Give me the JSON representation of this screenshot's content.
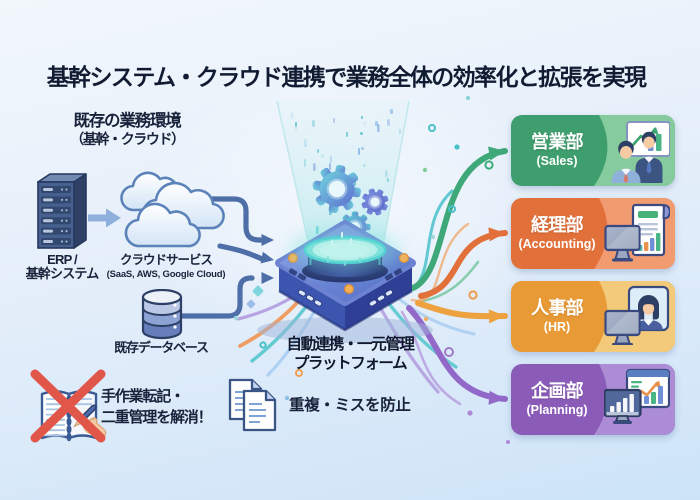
{
  "title": "基幹システム・クラウド連携で業務全体の効率化と拡張を実現",
  "left_panel": {
    "heading": "既存の業務環境",
    "subheading": "（基幹・クラウド）",
    "erp": {
      "label_line1": "ERP /",
      "label_line2": "基幹システム",
      "icon": "server-icon"
    },
    "cloud": {
      "label": "クラウドサービス",
      "sublabel": "(SaaS, AWS, Google Cloud)",
      "icon": "cloud-icon"
    },
    "database": {
      "label": "既存データベース",
      "icon": "database-icon"
    }
  },
  "platform": {
    "label_line1": "自動連携・一元管理",
    "label_line2": "プラットフォーム",
    "icon": "integration-platform-icon"
  },
  "departments": [
    {
      "name": "営業部",
      "name_en": "(Sales)",
      "color_dark": "#3f9e6e",
      "color_light": "#85cb9d",
      "icon": "sales-presentation-icon"
    },
    {
      "name": "経理部",
      "name_en": "(Accounting)",
      "color_dark": "#e2703a",
      "color_light": "#f09b70",
      "icon": "accounting-report-icon"
    },
    {
      "name": "人事部",
      "name_en": "(HR)",
      "color_dark": "#e79a35",
      "color_light": "#f3ca79",
      "icon": "hr-video-call-icon"
    },
    {
      "name": "企画部",
      "name_en": "(Planning)",
      "color_dark": "#8a5cb8",
      "color_light": "#ad8cd6",
      "icon": "planning-chart-icon"
    }
  ],
  "benefits": [
    {
      "line1": "手作業転記・",
      "line2": "二重管理を解消！",
      "icon": "no-manual-entry-icon"
    },
    {
      "line1": "重複・ミスを防止",
      "icon": "duplicate-documents-icon"
    }
  ],
  "colors": {
    "background_top": "#f1f6fc",
    "background_bottom": "#cde4f8",
    "title_ink": "#111c33",
    "flow_arrow": "#4e6ea8",
    "flow_arrow_light": "#8fb0dc",
    "dept_arrows": [
      "#3fa878",
      "#e2703a",
      "#eda13f",
      "#9268c8"
    ],
    "cross_red": "#e0574a",
    "beam_teal": "#bfe9ec"
  }
}
